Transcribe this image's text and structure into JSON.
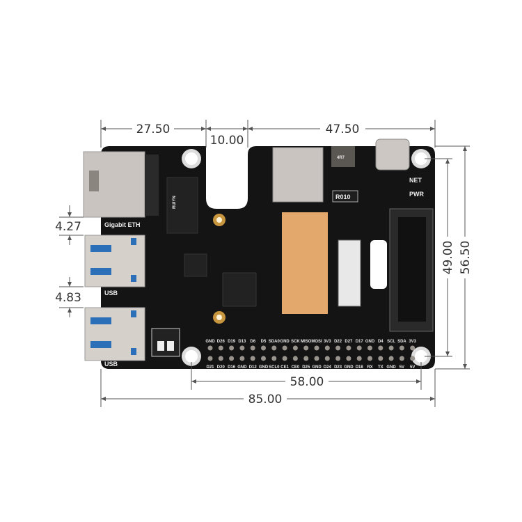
{
  "dimensions": {
    "width_eth_section": "27.50",
    "notch_width": "10.00",
    "right_section": "47.50",
    "hole_spacing_vertical": "49.00",
    "board_height": "56.50",
    "hole_spacing_horizontal": "58.00",
    "board_width": "85.00",
    "eth_usb_gap": "4.27",
    "usb_usb_gap": "4.83"
  },
  "board": {
    "eth_label": "Gigabit ETH",
    "usb1_label": "USB",
    "usb2_label": "USB",
    "net_label": "NET",
    "pwr_label": "PWR",
    "resistor_label": "R010",
    "inductor_label": "4R7",
    "chip_label": "RUIYN",
    "colors": {
      "pcb": "#141414",
      "gold": "#e3a86b",
      "metal": "#c9c4bf",
      "dimension_line": "#555555"
    }
  },
  "gpio": {
    "top_row": [
      "GND",
      "D26",
      "D19",
      "D13",
      "D6",
      "D5",
      "SDA0",
      "GND",
      "SCK",
      "MISO",
      "MOSI",
      "3V3",
      "D22",
      "D27",
      "D17",
      "GND",
      "D4",
      "SCL",
      "SDA",
      "3V3"
    ],
    "bottom_row": [
      "D21",
      "D20",
      "D16",
      "GND",
      "D12",
      "GND",
      "SCL0",
      "CE1",
      "CE0",
      "D25",
      "GND",
      "D24",
      "D23",
      "GND",
      "D18",
      "RX",
      "TX",
      "GND",
      "5V",
      "5V"
    ]
  }
}
